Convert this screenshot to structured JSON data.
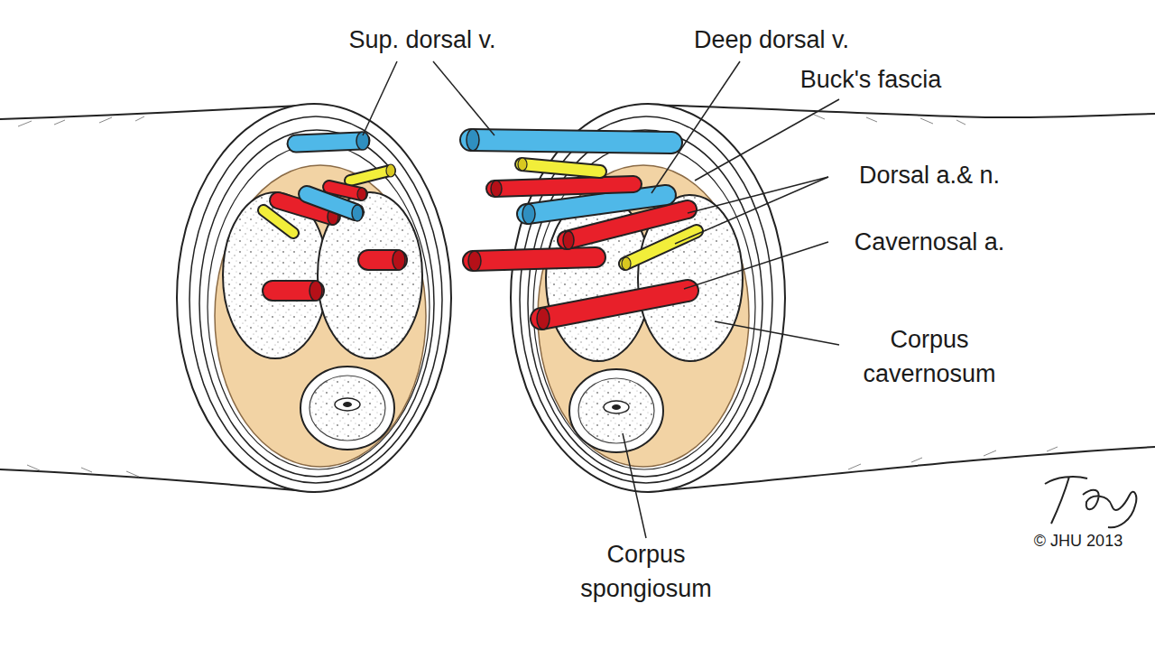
{
  "diagram": {
    "labels": [
      "Sup. dorsal v.",
      "Deep dorsal v.",
      "Buck's fascia",
      "Dorsal a.& n.",
      "Cavernosal a.",
      "Corpus cavernosum",
      "Corpus spongiosum",
      "© JHU 2013"
    ]
  }
}
